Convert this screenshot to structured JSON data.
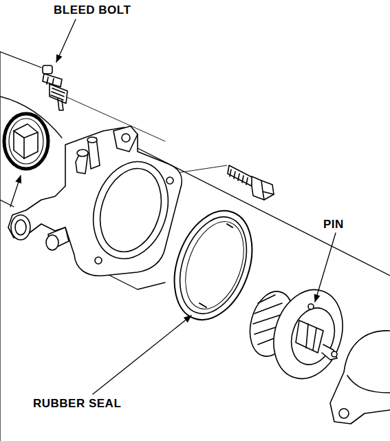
{
  "diagram": {
    "labels": [
      "BLEED BOLT",
      "PIN",
      "RUBBER SEAL"
    ]
  }
}
